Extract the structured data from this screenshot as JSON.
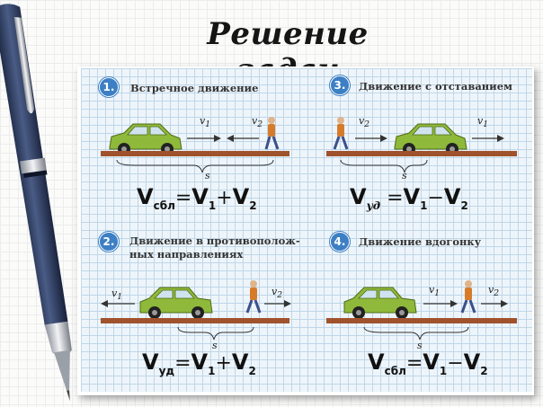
{
  "title": "Решение задач",
  "panels": [
    {
      "number": "1.",
      "title": "Встречное движение",
      "labels": {
        "v1": "v",
        "v1_sub": "1",
        "v2": "v",
        "v2_sub": "2",
        "s": "s"
      },
      "formula": {
        "main": "V",
        "sub": "сбл",
        "eq": "=",
        "a": "V",
        "a_sub": "1",
        "op": "+",
        "b": "V",
        "b_sub": "2"
      }
    },
    {
      "number": "3.",
      "title": "Движение с отставанием",
      "labels": {
        "v1": "v",
        "v1_sub": "1",
        "v2": "v",
        "v2_sub": "2",
        "s": "s"
      },
      "formula": {
        "main": "V",
        "sub": "уд",
        "eq": "=",
        "a": "V",
        "a_sub": "1",
        "op": "−",
        "b": "V",
        "b_sub": "2"
      }
    },
    {
      "number": "2.",
      "title_line1": "Движение в противополож-",
      "title_line2": "ных направлениях",
      "labels": {
        "v1": "v",
        "v1_sub": "1",
        "v2": "v",
        "v2_sub": "2",
        "s": "s"
      },
      "formula": {
        "main": "V",
        "sub": "уд",
        "eq": "=",
        "a": "V",
        "a_sub": "1",
        "op": "+",
        "b": "V",
        "b_sub": "2"
      }
    },
    {
      "number": "4.",
      "title": "Движение вдогонку",
      "labels": {
        "v1": "v",
        "v1_sub": "1",
        "v2": "v",
        "v2_sub": "2",
        "s": "s"
      },
      "formula": {
        "main": "V",
        "sub": "сбл",
        "eq": "=",
        "a": "V",
        "a_sub": "1",
        "op": "−",
        "b": "V",
        "b_sub": "2"
      }
    }
  ],
  "colors": {
    "car": "#8fb93a",
    "road": "#a0522d",
    "badge": "#3d7fc4",
    "pen": "#2b3a5c"
  }
}
